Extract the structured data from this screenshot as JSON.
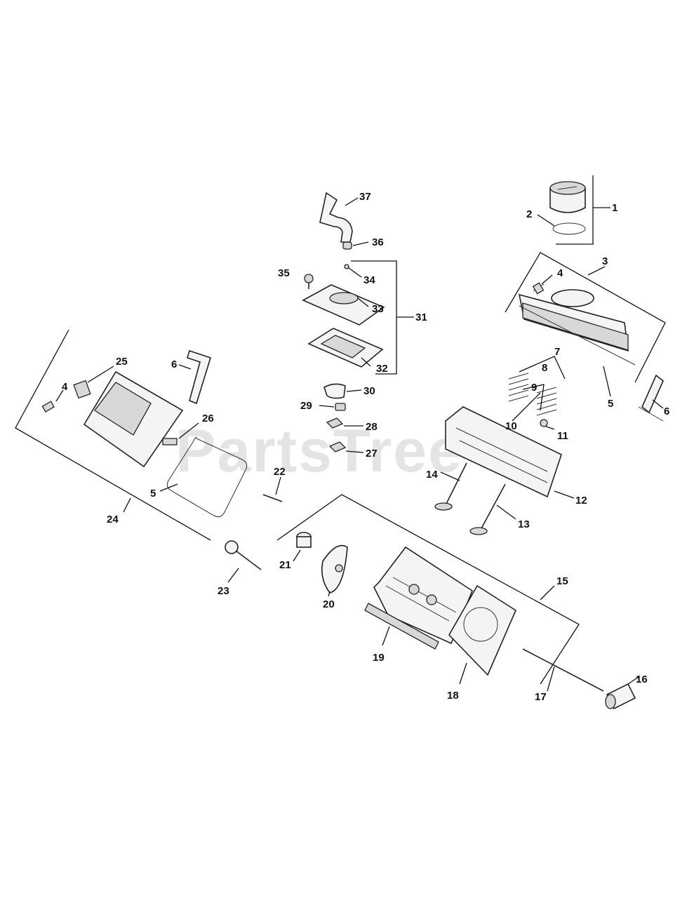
{
  "watermark": "PartsTree",
  "labels": {
    "l1": "1",
    "l2": "2",
    "l3": "3",
    "l4a": "4",
    "l4b": "4",
    "l5a": "5",
    "l5b": "5",
    "l6a": "6",
    "l6b": "6",
    "l7": "7",
    "l8": "8",
    "l9": "9",
    "l10": "10",
    "l11": "11",
    "l12": "12",
    "l13": "13",
    "l14": "14",
    "l15": "15",
    "l16": "16",
    "l17": "17",
    "l18": "18",
    "l19": "19",
    "l20": "20",
    "l21": "21",
    "l22": "22",
    "l23": "23",
    "l24": "24",
    "l25": "25",
    "l26": "26",
    "l27": "27",
    "l28": "28",
    "l29": "29",
    "l30": "30",
    "l31": "31",
    "l32": "32",
    "l33": "33",
    "l34": "34",
    "l35": "35",
    "l36": "36",
    "l37": "37"
  }
}
